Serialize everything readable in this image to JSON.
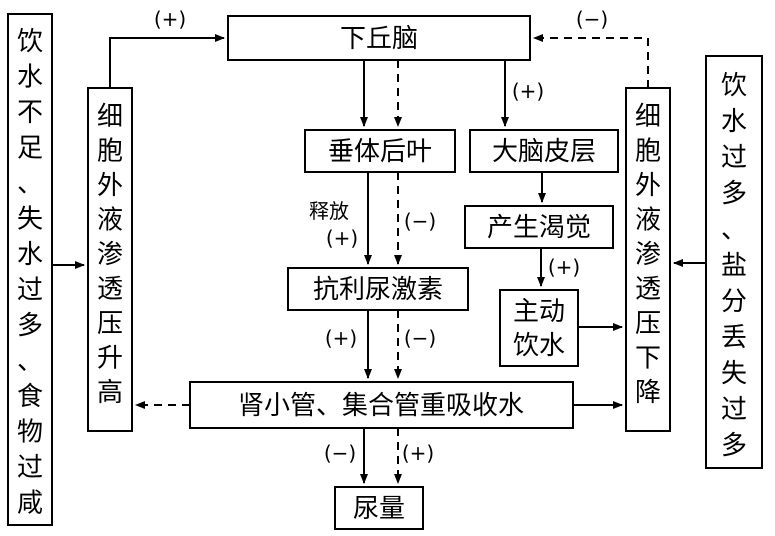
{
  "nodes": {
    "hypothalamus": "下丘脑",
    "posterior_pituitary": "垂体后叶",
    "cerebral_cortex": "大脑皮层",
    "thirst": "产生渴觉",
    "adh": "抗利尿激素",
    "active_drinking": [
      "主动",
      "饮水"
    ],
    "reabsorption": "肾小管、集合管重吸收水",
    "urine_volume": "尿量",
    "osmo_up": "细胞外液渗透压升高",
    "osmo_down": "细胞外液渗透压下降",
    "cause_left": "饮水不足、失水过多、食物过咸",
    "cause_right": "饮水过多、盐分丢失过多"
  },
  "edge_labels": {
    "plus": "(+)",
    "minus": "(−)",
    "release": "释放"
  },
  "colors": {
    "stroke": "#000000",
    "background": "#ffffff"
  }
}
